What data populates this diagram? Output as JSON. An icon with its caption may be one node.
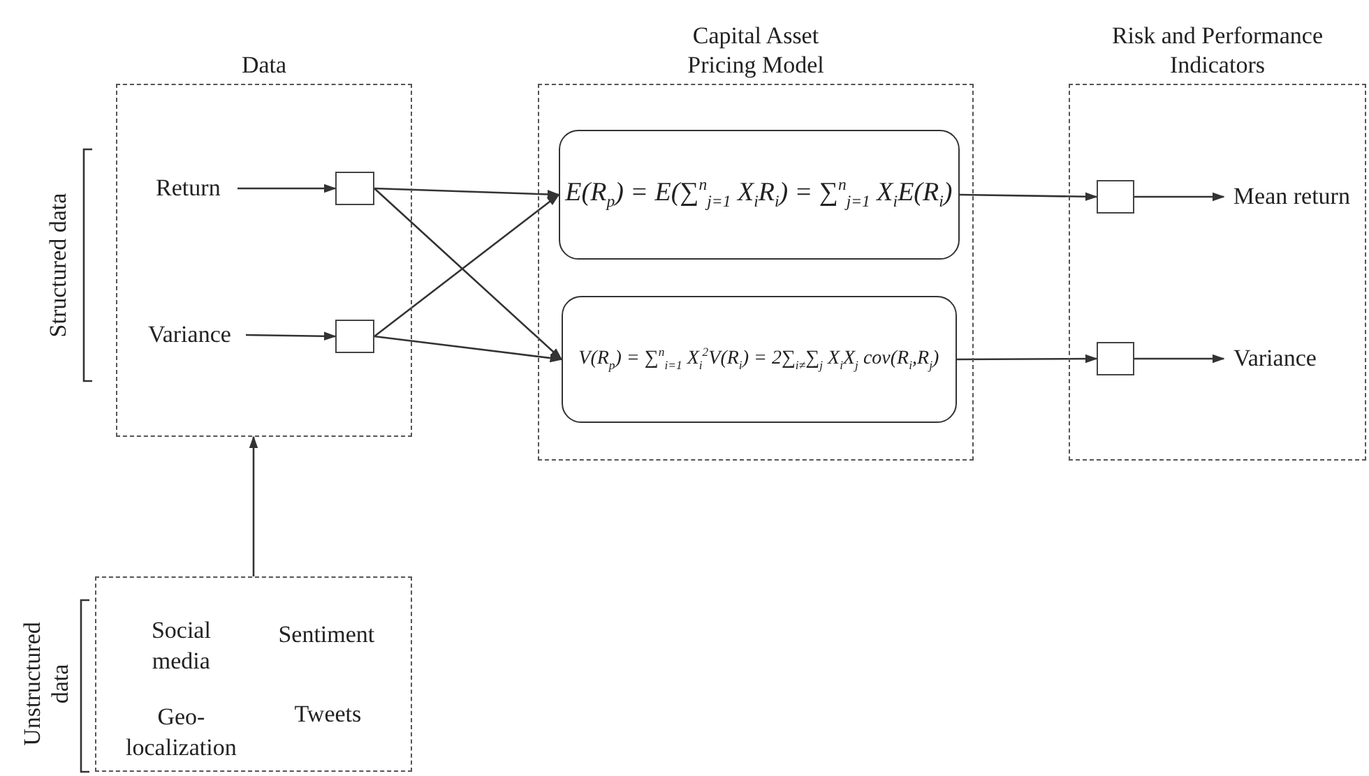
{
  "diagram": {
    "nodes": [
      {
        "text": [
          "Data"
        ]
      },
      {
        "text": [
          "Return"
        ],
        "in": 0
      },
      {
        "text": [
          "Variance"
        ],
        "in": 0
      },
      {
        "text": [],
        "shape": "box",
        "in": 0
      },
      {
        "text": [],
        "shape": "box",
        "in": 0
      },
      {
        "text": [
          "Capital Asset Pricing Model"
        ]
      },
      {
        "text": [
          "E(R$_{p}$) = E(∑$^{n}$$_{j=1}$ X$_{i}$R$_{i}$) = ∑$^{n}$$_{j=1}$ X$_{i}$E(R$_{i}$)"
        ],
        "in": 5
      },
      {
        "text": [
          "V(R$_{p}$) = ∑$^{n}$$_{i=1}$ X$_{i}$$^{2}$V(R$_{i}$) = 2∑$_{i≠}$∑$_{j}$ X$_{i}$X$_{j}$ cov(R$_{i}$,R$_{j}$)"
        ],
        "in": 5
      },
      {
        "text": [
          "Risk and Performance Indicators"
        ]
      },
      {
        "text": [],
        "shape": "box",
        "in": 8
      },
      {
        "text": [],
        "shape": "box",
        "in": 8
      },
      {
        "text": [
          "Mean return"
        ],
        "in": 8
      },
      {
        "text": [
          "Variance"
        ],
        "in": 8
      },
      {
        "text": [],
        "shape": "box"
      },
      {
        "text": [
          "Social media"
        ],
        "in": 13
      },
      {
        "text": [
          "Sentiment"
        ],
        "in": 13
      },
      {
        "text": [
          "Geo- localization"
        ],
        "in": 13
      },
      {
        "text": [
          "Tweets"
        ],
        "in": 13
      }
    ],
    "edges": [
      {
        "from": 1,
        "to": 3,
        "arrow": "to"
      },
      {
        "from": 2,
        "to": 4,
        "arrow": "to"
      },
      {
        "from": 3,
        "to": 6,
        "arrow": "to"
      },
      {
        "from": 3,
        "to": 7,
        "arrow": "to"
      },
      {
        "from": 4,
        "to": 6,
        "arrow": "to"
      },
      {
        "from": 4,
        "to": 7,
        "arrow": "to"
      },
      {
        "from": 6,
        "to": 9,
        "arrow": "to"
      },
      {
        "from": 7,
        "to": 10,
        "arrow": "to"
      },
      {
        "from": 9,
        "to": 11,
        "arrow": "to"
      },
      {
        "from": 10,
        "to": 12,
        "arrow": "to"
      },
      {
        "from": 13,
        "to": 0,
        "arrow": "to"
      }
    ],
    "labels": [
      "Structured data",
      "Unstructured data"
    ]
  }
}
